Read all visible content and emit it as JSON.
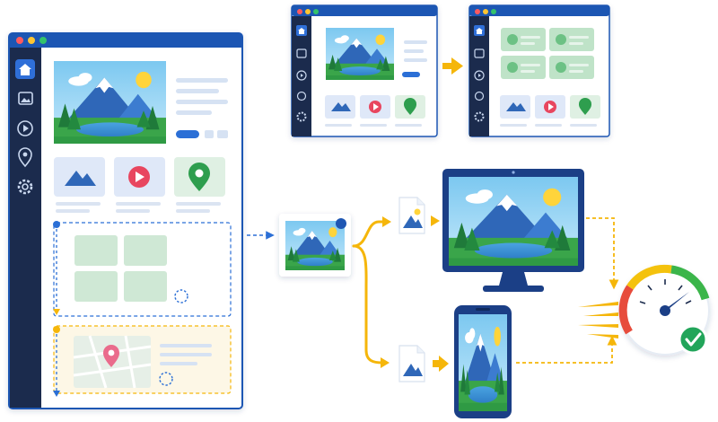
{
  "colors": {
    "chrome_blue": "#1e56b3",
    "sidebar_navy": "#1b2b4d",
    "dot_red": "#ff5a5f",
    "dot_yellow": "#ffc531",
    "dot_green": "#33c26b",
    "flow_yellow": "#f5b60a",
    "flow_blue": "#2b6fd6",
    "sky": "#8ed0f2",
    "mountain": "#2f67b8",
    "grass": "#3aa54a",
    "placeholder_green": "#cfe8d5",
    "gauge_red": "#e74c3c",
    "gauge_yellow": "#f4c20d",
    "gauge_green": "#3bb54a",
    "check_green": "#22a55a"
  },
  "icons": {
    "sidebar": [
      "home-icon",
      "image-icon",
      "play-icon",
      "location-pin-icon",
      "gear-icon"
    ],
    "tiles": [
      "mountain-icon",
      "play-button-icon",
      "map-pin-icon"
    ]
  },
  "main_window": {
    "sidebar_items": [
      "home",
      "images",
      "video",
      "location",
      "settings"
    ],
    "content_tiles": [
      "image",
      "video",
      "location"
    ]
  },
  "lazy_sections": [
    "image-grid-placeholder",
    "map-placeholder"
  ],
  "responsive_targets": [
    "desktop",
    "mobile"
  ],
  "performance": {
    "gauge": "speed-gauge",
    "status": "check"
  }
}
